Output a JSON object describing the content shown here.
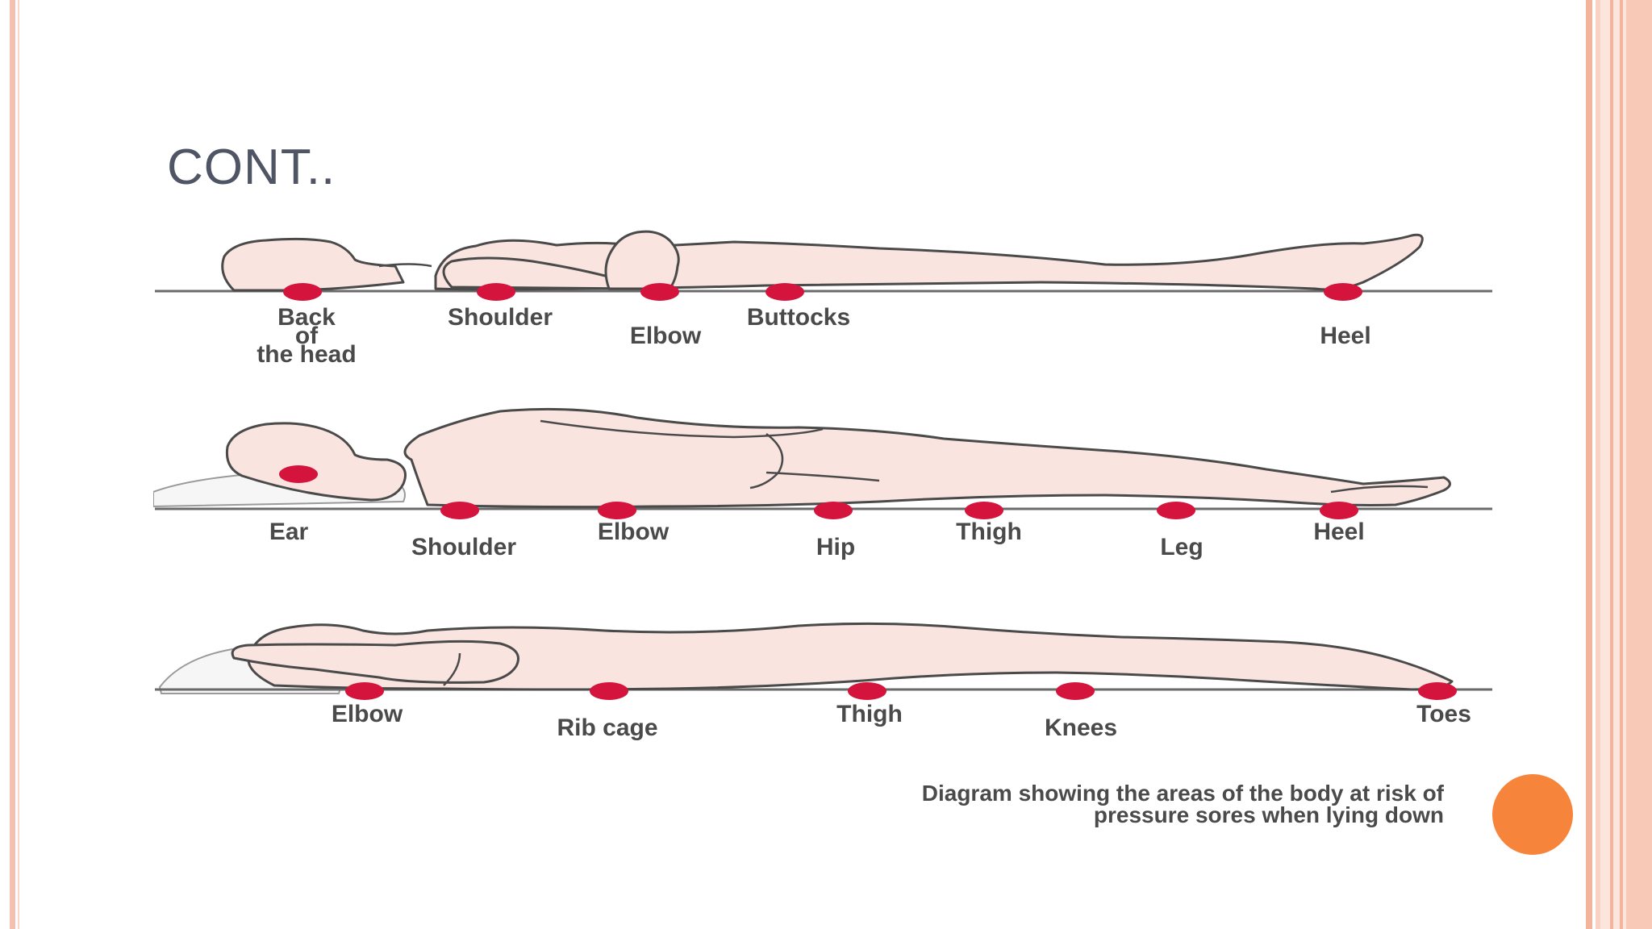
{
  "slide": {
    "title": "CONT..",
    "accent_color": "#f6843a",
    "border_color": "#f3b49c"
  },
  "diagram": {
    "point_color": "#d4143c",
    "body_fill": "#f9e4df",
    "supine": {
      "labels": {
        "back_of_head_1": "Back",
        "back_of_head_2": "of",
        "back_of_head_3": "the head",
        "shoulder": "Shoulder",
        "elbow": "Elbow",
        "buttocks": "Buttocks",
        "heel": "Heel"
      }
    },
    "lateral": {
      "labels": {
        "ear": "Ear",
        "shoulder": "Shoulder",
        "elbow": "Elbow",
        "hip": "Hip",
        "thigh": "Thigh",
        "leg": "Leg",
        "heel": "Heel"
      }
    },
    "prone": {
      "labels": {
        "elbow": "Elbow",
        "rib_cage": "Rib cage",
        "thigh": "Thigh",
        "knees": "Knees",
        "toes": "Toes"
      }
    },
    "caption_line1": "Diagram showing the areas of the body at risk of",
    "caption_line2": "pressure sores when lying down"
  }
}
